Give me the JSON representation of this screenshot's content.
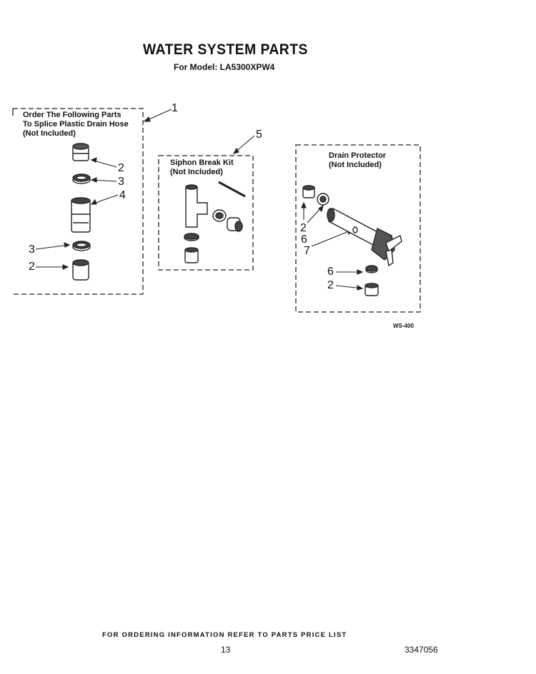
{
  "page": {
    "title": "WATER SYSTEM PARTS",
    "model": "For Model: LA5300XPW4"
  },
  "groups": [
    {
      "lines": [
        "Order The Following Parts",
        "To Splice Plastic Drain Hose",
        "(Not Included)"
      ]
    },
    {
      "lines": [
        "Siphon Break Kit",
        "(Not Included)"
      ]
    },
    {
      "lines": [
        "Drain Protector",
        "(Not Included)"
      ]
    }
  ],
  "callouts": {
    "group1": "1",
    "group1_items": [
      "2",
      "3",
      "4",
      "3",
      "2"
    ],
    "group2": "5",
    "group3_items": [
      "2",
      "6",
      "7",
      "6",
      "2"
    ]
  },
  "figure_code": "WS-400",
  "footer": {
    "ordering": "FOR ORDERING INFORMATION REFER TO PARTS PRICE LIST",
    "page_number": "13",
    "doc_number": "3347056"
  }
}
